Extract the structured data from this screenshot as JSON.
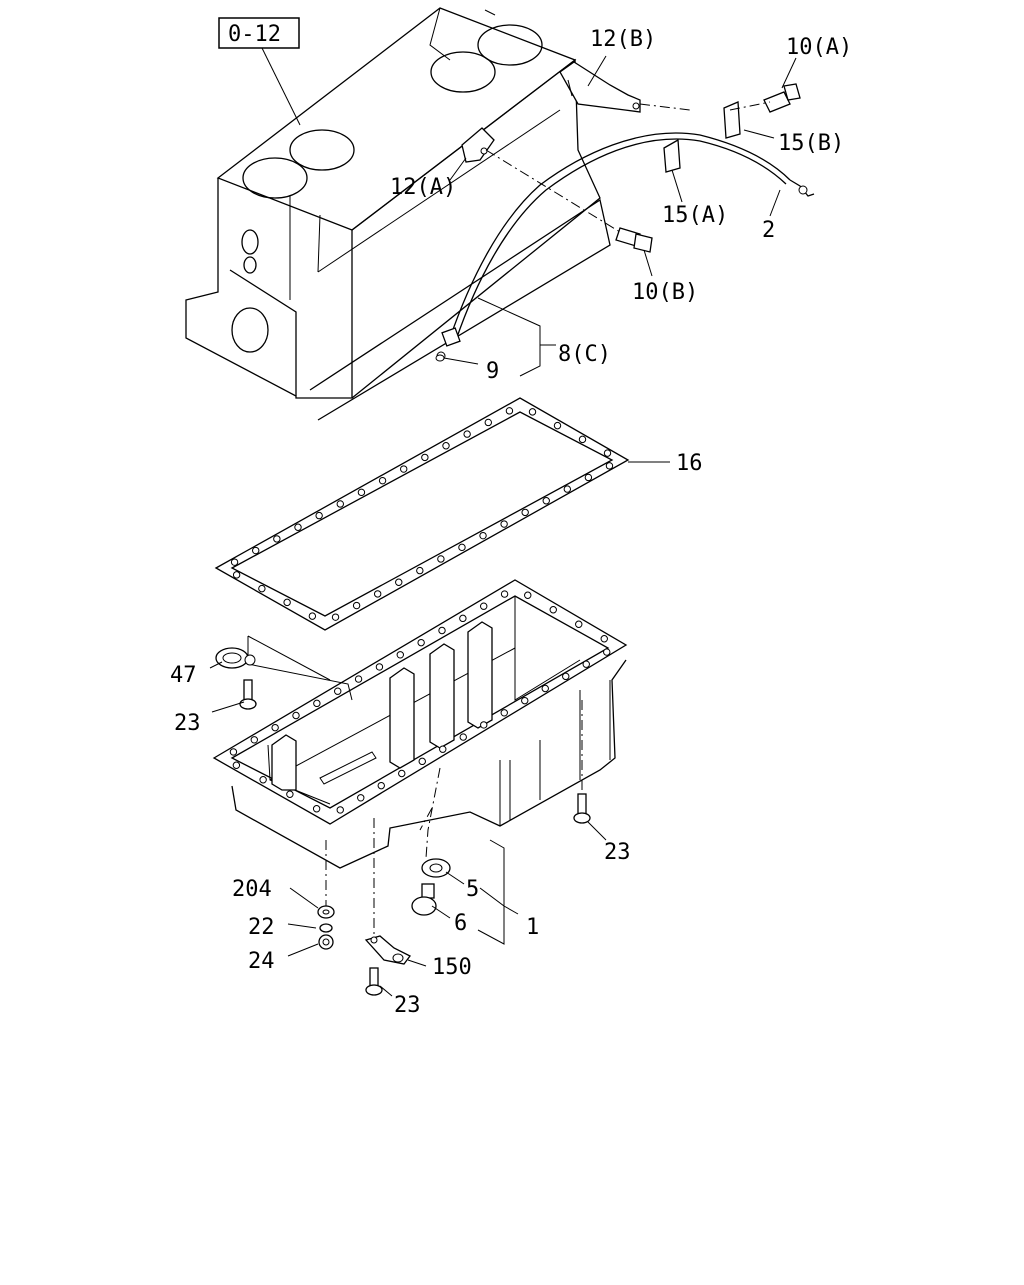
{
  "diagram": {
    "ref_box_label": "0-12",
    "callouts": {
      "c_12b": "12(B)",
      "c_10a": "10(A)",
      "c_15b": "15(B)",
      "c_12a": "12(A)",
      "c_15a": "15(A)",
      "c_2": "2",
      "c_10b": "10(B)",
      "c_8c": "8(C)",
      "c_9": "9",
      "c_16": "16",
      "c_47": "47",
      "c_23_left": "23",
      "c_23_right": "23",
      "c_5": "5",
      "c_1": "1",
      "c_6": "6",
      "c_204": "204",
      "c_22": "22",
      "c_24": "24",
      "c_150": "150",
      "c_23_bottom": "23"
    }
  }
}
